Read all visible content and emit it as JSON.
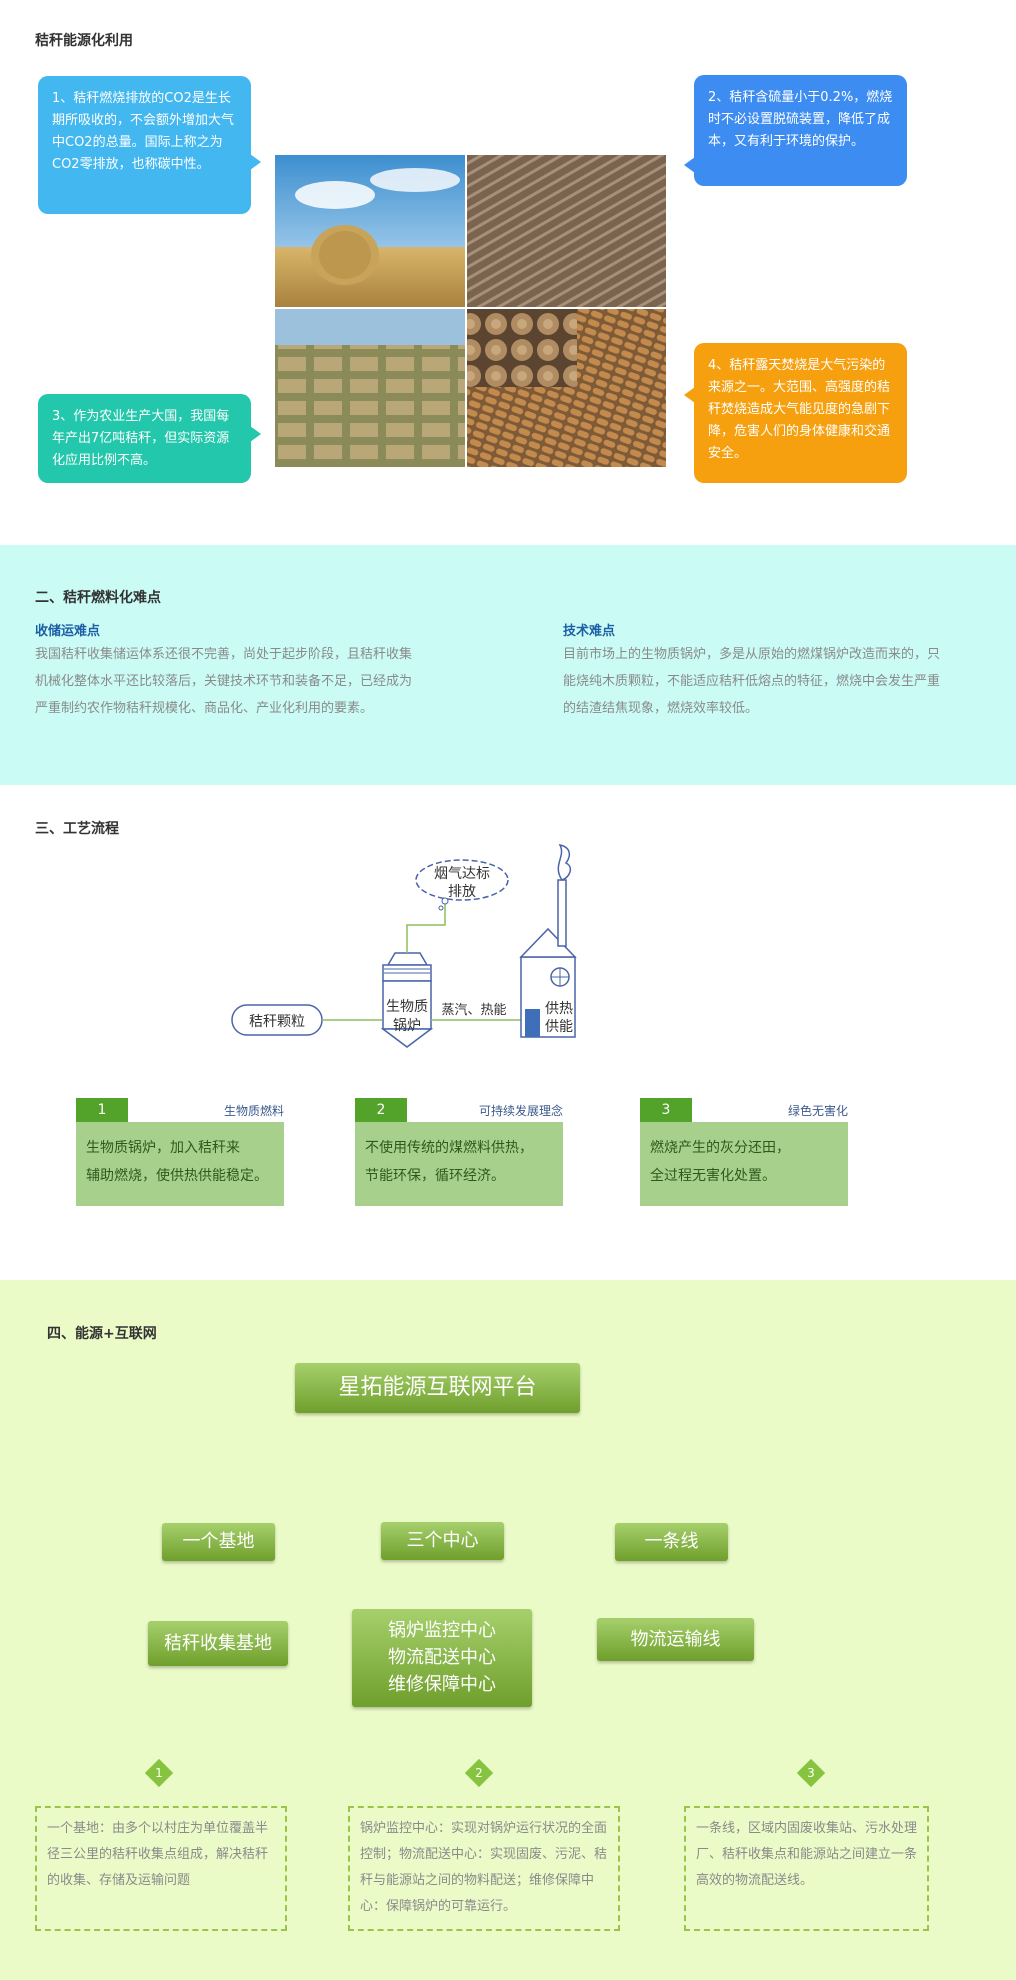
{
  "section1": {
    "title": "秸秆能源化利用",
    "bubbles": [
      "1、秸秆燃烧排放的CO2是生长期所吸收的，不会额外增加大气中CO2的总量。国际上称之为CO2零排放，也称碳中性。",
      "2、秸秆含硫量小于0.2%，燃烧时不必设置脱硫装置，降低了成本，又有利于环境的保护。",
      "3、作为农业生产大国，我国每年产出7亿吨秸秆，但实际资源化应用比例不高。",
      "4、秸秆露天焚烧是大气污染的来源之一。大范围、高强度的秸秆焚烧造成大气能见度的急剧下降，危害人们的身体健康和交通安全。"
    ]
  },
  "section2": {
    "title": "二、秸秆燃料化难点",
    "left": {
      "subtitle": "收储运难点",
      "text": "我国秸秆收集储运体系还很不完善，尚处于起步阶段，且秸秆收集机械化整体水平还比较落后，关键技术环节和装备不足，已经成为严重制约农作物秸秆规模化、商品化、产业化利用的要素。"
    },
    "right": {
      "subtitle": "技术难点",
      "text": "目前市场上的生物质锅炉，多是从原始的燃煤锅炉改造而来的，只能烧纯木质颗粒，不能适应秸秆低熔点的特征，燃烧中会发生严重的结渣结焦现象，燃烧效率较低。"
    }
  },
  "section3": {
    "title": "三、工艺流程",
    "diagram": {
      "pellet": "秸秆颗粒",
      "boiler_line1": "生物质",
      "boiler_line2": "锅炉",
      "steam": "蒸汽、热能",
      "cloud_line1": "烟气达标",
      "cloud_line2": "排放",
      "supply_line1": "供热",
      "supply_line2": "供能"
    },
    "cards": [
      {
        "num": "1",
        "title": "生物质燃料",
        "line1": "生物质锅炉，加入秸秆来",
        "line2": "辅助燃烧，使供热供能稳定。"
      },
      {
        "num": "2",
        "title": "可持续发展理念",
        "line1": "不使用传统的煤燃料供热，",
        "line2": "节能环保，循环经济。"
      },
      {
        "num": "3",
        "title": "绿色无害化",
        "line1": "燃烧产生的灰分还田，",
        "line2": "全过程无害化处置。"
      }
    ]
  },
  "section4": {
    "title": "四、能源+互联网",
    "platform": "星拓能源互联网平台",
    "mid": [
      "一个基地",
      "三个中心",
      "一条线"
    ],
    "base": "秸秆收集基地",
    "centers": [
      "锅炉监控中心",
      "物流配送中心",
      "维修保障中心"
    ],
    "line": "物流运输线",
    "items": [
      {
        "num": "1",
        "text": "一个基地：由多个以村庄为单位覆盖半径三公里的秸秆收集点组成，解决秸秆的收集、存储及运输问题"
      },
      {
        "num": "2",
        "text": "锅炉监控中心：实现对锅炉运行状况的全面控制；物流配送中心：实现固废、污泥、秸秆与能源站之间的物料配送；维修保障中心：保障锅炉的可靠运行。"
      },
      {
        "num": "3",
        "text": "一条线，区域内固废收集站、污水处理厂、秸秆收集点和能源站之间建立一条高效的物流配送线。"
      }
    ]
  },
  "colors": {
    "bubble1": "#43b7ef",
    "bubble2": "#3d8cf2",
    "bubble3": "#23c7ab",
    "bubble4": "#f6a00f",
    "section2_bg": "#cafcf5",
    "section4_bg": "#ebfbc8",
    "green_button": "#7fae3b"
  }
}
